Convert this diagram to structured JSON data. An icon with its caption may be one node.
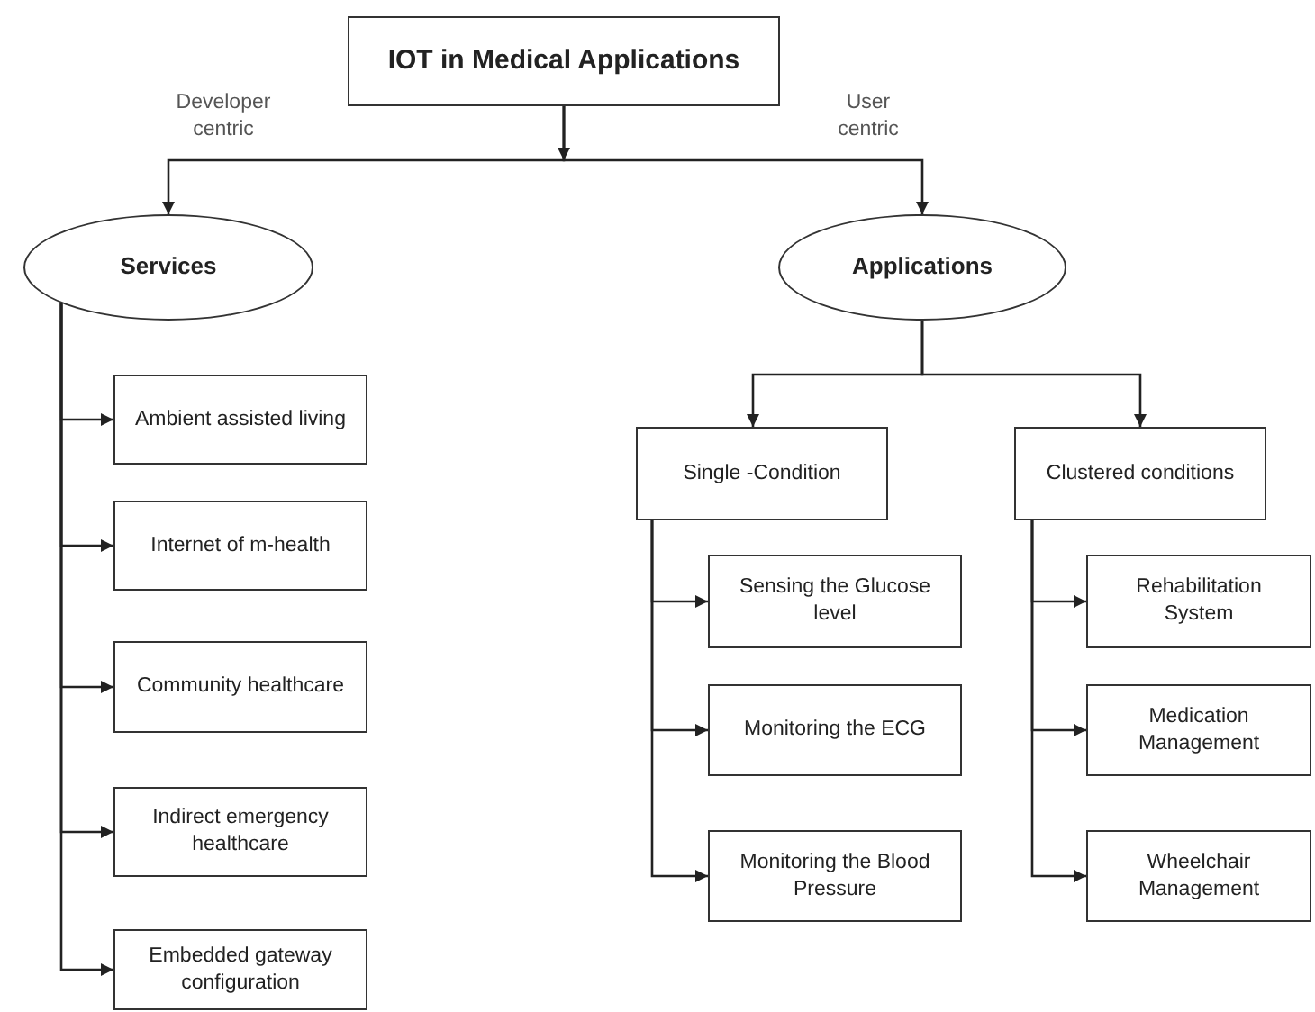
{
  "diagram": {
    "nodes": [
      {
        "text": [
          "IOT in Medical Applications"
        ]
      },
      {
        "text": [
          "Services"
        ]
      },
      {
        "text": [
          "Applications"
        ]
      },
      {
        "text": [
          "Ambient assisted living"
        ]
      },
      {
        "text": [
          "Internet of m-health"
        ]
      },
      {
        "text": [
          "Community healthcare"
        ]
      },
      {
        "text": [
          "Indirect emergency healthcare"
        ]
      },
      {
        "text": [
          "Embedded gateway configuration"
        ]
      },
      {
        "text": [
          "Single -Condition"
        ]
      },
      {
        "text": [
          "Clustered conditions"
        ]
      },
      {
        "text": [
          "Sensing the Glucose level"
        ]
      },
      {
        "text": [
          "Monitoring the ECG"
        ]
      },
      {
        "text": [
          "Monitoring the Blood Pressure"
        ]
      },
      {
        "text": [
          "Rehabilitation System"
        ]
      },
      {
        "text": [
          "Medication Management"
        ]
      },
      {
        "text": [
          "Wheelchair Management"
        ]
      }
    ],
    "edges": [
      {
        "from": 0,
        "to": 1,
        "arrow": "to",
        "label": "Developer centric"
      },
      {
        "from": 0,
        "to": 2,
        "arrow": "to",
        "label": "User centric"
      },
      {
        "from": 1,
        "to": 3,
        "arrow": "to"
      },
      {
        "from": 1,
        "to": 4,
        "arrow": "to"
      },
      {
        "from": 1,
        "to": 5,
        "arrow": "to"
      },
      {
        "from": 1,
        "to": 6,
        "arrow": "to"
      },
      {
        "from": 1,
        "to": 7,
        "arrow": "to"
      },
      {
        "from": 2,
        "to": 8,
        "arrow": "to"
      },
      {
        "from": 2,
        "to": 9,
        "arrow": "to"
      },
      {
        "from": 8,
        "to": 10,
        "arrow": "to"
      },
      {
        "from": 8,
        "to": 11,
        "arrow": "to"
      },
      {
        "from": 8,
        "to": 12,
        "arrow": "to"
      },
      {
        "from": 9,
        "to": 13,
        "arrow": "to"
      },
      {
        "from": 9,
        "to": 14,
        "arrow": "to"
      },
      {
        "from": 9,
        "to": 15,
        "arrow": "to"
      }
    ]
  }
}
